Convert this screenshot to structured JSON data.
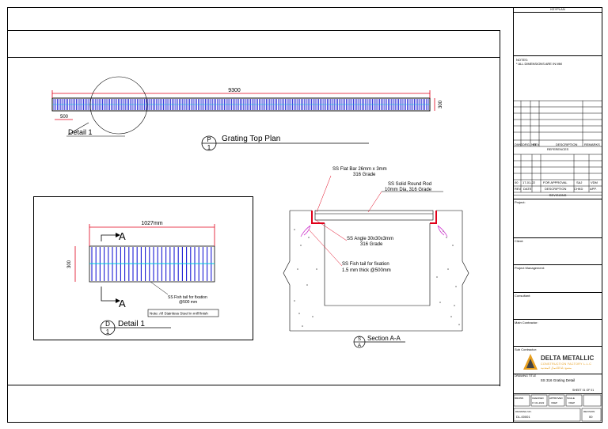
{
  "plan": {
    "overall_length": "9300",
    "height": "300",
    "spacing": "500",
    "detail_label": "Detail 1",
    "marker_letter": "P",
    "marker_num": "1",
    "title": "Grating Top Plan"
  },
  "detail": {
    "width": "1027mm",
    "height": "300",
    "section_letter": "A",
    "fishtail_note_1": "SS Fish tail  for fixation",
    "fishtail_note_2": "@500 mm",
    "note": "Note: All Stainless Steel in mill finish",
    "marker_letter": "D",
    "marker_num": "1",
    "title": "Detail 1"
  },
  "section": {
    "flat_bar_1": "SS Flat Bar 26mm x 3mm",
    "flat_bar_2": "316 Grade",
    "round_rod_1": "SS Solid Round Rod",
    "round_rod_2": "10mm Dia, 316 Grade",
    "angle_1": "SS Angle 30x30x3mm",
    "angle_2": "316 Grade",
    "fishtail_1": "SS Fish tail  for fixation",
    "fishtail_2": "1.5 mm thick @500mm",
    "marker_letter": "S",
    "marker_num": "A",
    "title": "Section A-A"
  },
  "titleblock": {
    "keyplan": "KEYPLAN",
    "notes_title": "NOTES:",
    "notes_line": "* ALL DIMENSIONS ARE IN MM",
    "ref_headers": [
      "DWG",
      "DRG. NO.",
      "REV",
      "DESCRIPTION",
      "REMARKS"
    ],
    "references": "REFERENCES",
    "rev_row": [
      "00",
      "17-01-22",
      "",
      "FOR APPROVAL",
      "SAJ",
      "VDM"
    ],
    "rev_headers": [
      "REV",
      "DATE",
      "",
      "DESCRIPTION",
      "CHKD",
      "APP."
    ],
    "revisions": "REVISIONS",
    "project": "Project:",
    "client": "Client:",
    "project_management": "Project Management:",
    "consultant": "Consultant:",
    "main_contractor": "Main Contractor:",
    "sub_contractor": "Sub Contractor:",
    "logo_name": "DELTA METALLIC",
    "logo_sub": "CONSTRUCTION FACTORY L.L.C",
    "logo_arabic": "مصنع دلتا للأعمال المعدنية",
    "drawing_title_label": "DRAWING TITLE",
    "drawing_title": "SS 316 Grating Detail",
    "sheet": "SHEET 01 OF 01",
    "drawn_label": "DRAWN",
    "drawn_val": "17-01-2022",
    "checked_label": "CHECKED",
    "checked_val": "VDEP",
    "approved_label": "APPROVED",
    "approved_val": "VDEP",
    "scale_label": "SCALE",
    "drawing_no_label": "DRAWING NO.",
    "drawing_no": "DL-00001",
    "revision_label": "REVISION",
    "revision": "00"
  },
  "colors": {
    "grating_blue": "#1a1ad4",
    "dim_red": "#e0001a",
    "cyan": "#00c8e0",
    "magenta": "#d040d0",
    "logo_orange": "#e8a020",
    "logo_dark": "#444444"
  }
}
